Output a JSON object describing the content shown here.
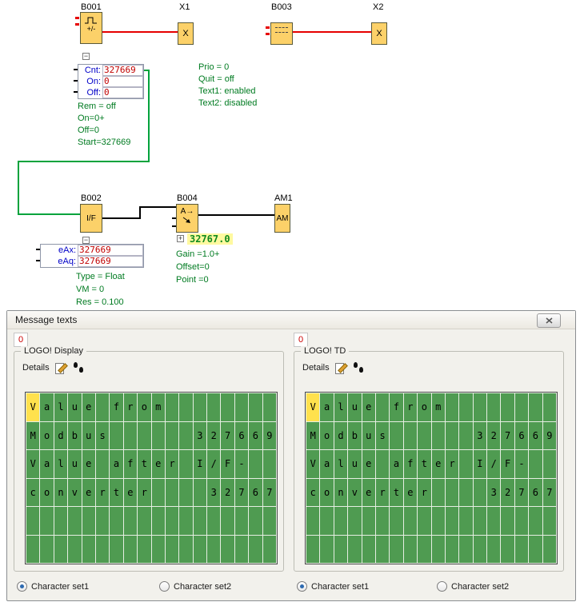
{
  "colors": {
    "block_fill": "#fcd169",
    "wire_red": "#e60000",
    "wire_green": "#00a33c",
    "display_green": "#4f9b51",
    "cursor_yellow": "#ffe14d",
    "value_red": "#c00000",
    "label_blue": "#0000c8",
    "note_green": "#007b21"
  },
  "diagram": {
    "labels": {
      "b001": "B001",
      "x1": "X1",
      "b003": "B003",
      "x2": "X2",
      "b002": "B002",
      "b004": "B004",
      "am1": "AM1"
    },
    "block_text": {
      "x1": "X",
      "x2": "X",
      "b002": "I/F",
      "b004": "A→",
      "am1": "AM",
      "b001_sub": "+/-"
    },
    "expand_minus": "−",
    "expand_plus": "+",
    "b001_params": [
      {
        "label": "Cnt:",
        "value": "327669"
      },
      {
        "label": "On:",
        "value": "0"
      },
      {
        "label": "Off:",
        "value": "0"
      }
    ],
    "b001_notes": [
      "Rem = off",
      "On=0+",
      "Off=0",
      "Start=327669"
    ],
    "b003_notes": [
      "Prio = 0",
      "Quit = off",
      "Text1: enabled",
      "Text2: disabled"
    ],
    "b002_params": [
      {
        "label": "eAx:",
        "value": "327669"
      },
      {
        "label": "eAq:",
        "value": "327669"
      }
    ],
    "b002_notes": [
      "Type = Float",
      "VM = 0",
      "Res = 0.100"
    ],
    "b004_value": "32767.0",
    "b004_notes": [
      "Gain =1.0+",
      "Offset=0",
      "Point =0"
    ]
  },
  "dialog": {
    "title": "Message texts",
    "panels": [
      {
        "counter": "0",
        "group_title": "LOGO! Display",
        "details_label": "Details",
        "display_lines": [
          "Value from",
          "Modbus      327669",
          "Value after I/F-",
          "converter    32767",
          "",
          ""
        ],
        "cursor": {
          "row": 0,
          "col": 0
        },
        "radios": [
          {
            "label": "Character set1",
            "selected": true
          },
          {
            "label": "Character set2",
            "selected": false
          }
        ]
      },
      {
        "counter": "0",
        "group_title": "LOGO! TD",
        "details_label": "Details",
        "display_lines": [
          "Value from",
          "Modbus      327669",
          "Value after I/F-",
          "converter    32767",
          "",
          ""
        ],
        "cursor": {
          "row": 0,
          "col": 0
        },
        "radios": [
          {
            "label": "Character set1",
            "selected": true
          },
          {
            "label": "Character set2",
            "selected": false
          }
        ]
      }
    ]
  }
}
